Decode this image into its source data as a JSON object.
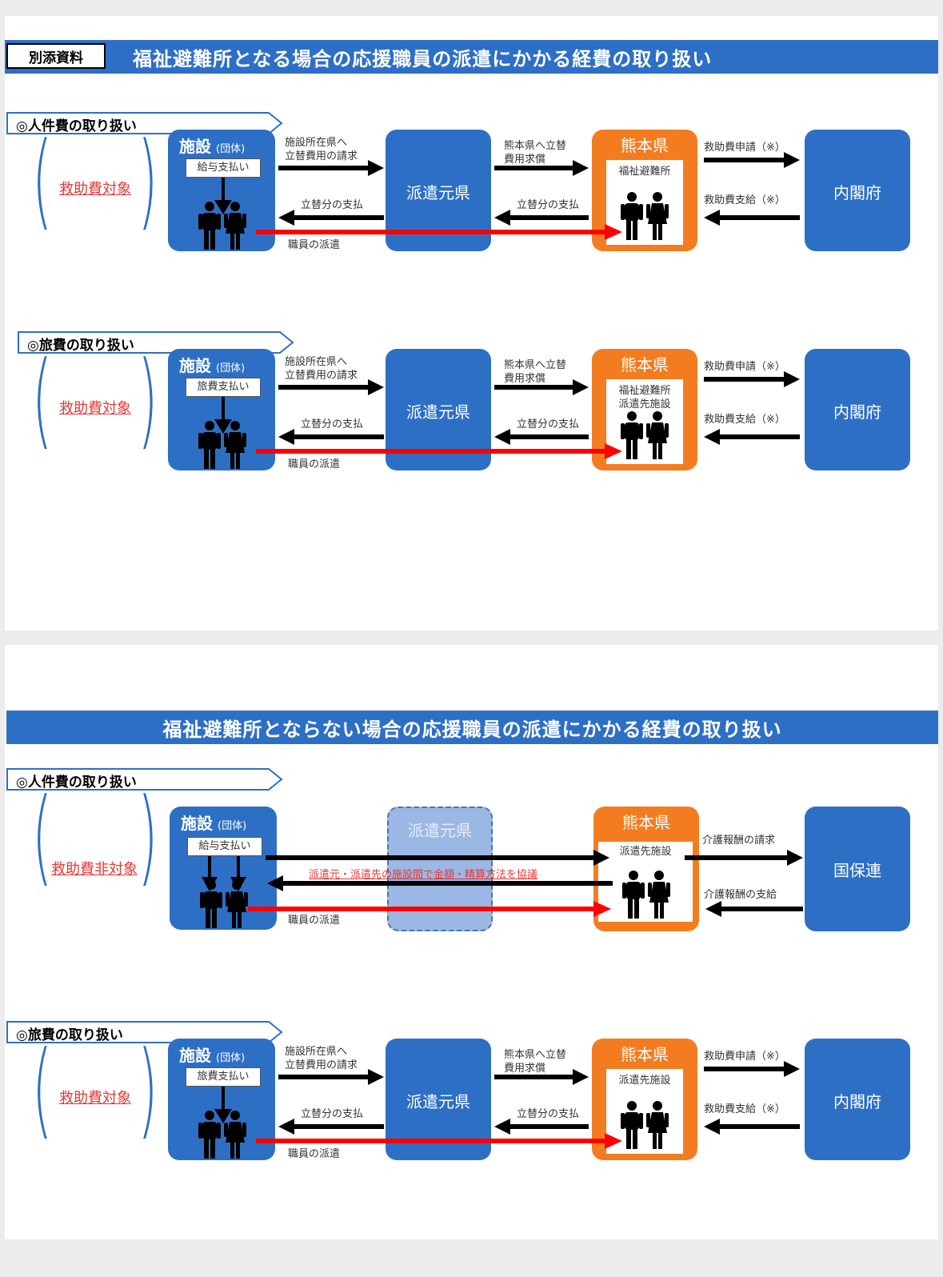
{
  "page1": {
    "tag": "別添資料",
    "title": "福祉避難所となる場合の応援職員の派遣にかかる経費の取り扱い",
    "sections": [
      {
        "header": "◎人件費の取り扱い",
        "target": "救助費対象",
        "facility_title": "施設",
        "facility_sub": "(団体)",
        "facility_box": "給与支払い",
        "origin": "派遣元県",
        "kumamoto": "熊本県",
        "kumamoto_inner": [
          "福祉避難所"
        ],
        "cabinet": "内閣府",
        "a1": [
          "施設所在県へ",
          "立替費用の請求"
        ],
        "a2": [
          "立替分の支払"
        ],
        "a3": [
          "熊本県へ立替",
          "費用求償"
        ],
        "a4": [
          "立替分の支払"
        ],
        "a5": [
          "救助費申請（※）"
        ],
        "a6": [
          "救助費支給（※）"
        ],
        "dispatch": "職員の派遣"
      },
      {
        "header": "◎旅費の取り扱い",
        "target": "救助費対象",
        "facility_title": "施設",
        "facility_sub": "(団体)",
        "facility_box": "旅費支払い",
        "origin": "派遣元県",
        "kumamoto": "熊本県",
        "kumamoto_inner": [
          "福祉避難所",
          "派遣先施設"
        ],
        "cabinet": "内閣府",
        "a1": [
          "施設所在県へ",
          "立替費用の請求"
        ],
        "a2": [
          "立替分の支払"
        ],
        "a3": [
          "熊本県へ立替",
          "費用求償"
        ],
        "a4": [
          "立替分の支払"
        ],
        "a5": [
          "救助費申請（※）"
        ],
        "a6": [
          "救助費支給（※）"
        ],
        "dispatch": "職員の派遣"
      }
    ]
  },
  "page2": {
    "title": "福祉避難所とならない場合の応援職員の派遣にかかる経費の取り扱い",
    "section_personnel": {
      "header": "◎人件費の取り扱い",
      "target": "救助費非対象",
      "facility_title": "施設",
      "facility_sub": "(団体)",
      "facility_box": "給与支払い",
      "origin": "派遣元県",
      "kumamoto": "熊本県",
      "kumamoto_inner": [
        "派遣先施設"
      ],
      "kokuhoren": "国保連",
      "agreement": "派遣元・派遣先の施設間で金額・精算方法を協議",
      "a5": "介護報酬の請求",
      "a6": "介護報酬の支給",
      "dispatch": "職員の派遣"
    },
    "section_travel": {
      "header": "◎旅費の取り扱い",
      "target": "救助費対象",
      "facility_title": "施設",
      "facility_sub": "(団体)",
      "facility_box": "旅費支払い",
      "origin": "派遣元県",
      "kumamoto": "熊本県",
      "kumamoto_inner": [
        "派遣先施設"
      ],
      "cabinet": "内閣府",
      "a1": [
        "施設所在県へ",
        "立替費用の請求"
      ],
      "a2": [
        "立替分の支払"
      ],
      "a3": [
        "熊本県へ立替",
        "費用求償"
      ],
      "a4": [
        "立替分の支払"
      ],
      "a5": [
        "救助費申請（※）"
      ],
      "a6": [
        "救助費支給（※）"
      ],
      "dispatch": "職員の派遣"
    }
  },
  "colors": {
    "blue": "#2e6fc6",
    "orange": "#f47c20",
    "red": "#e53935",
    "ghost": "#9bb8e4"
  }
}
